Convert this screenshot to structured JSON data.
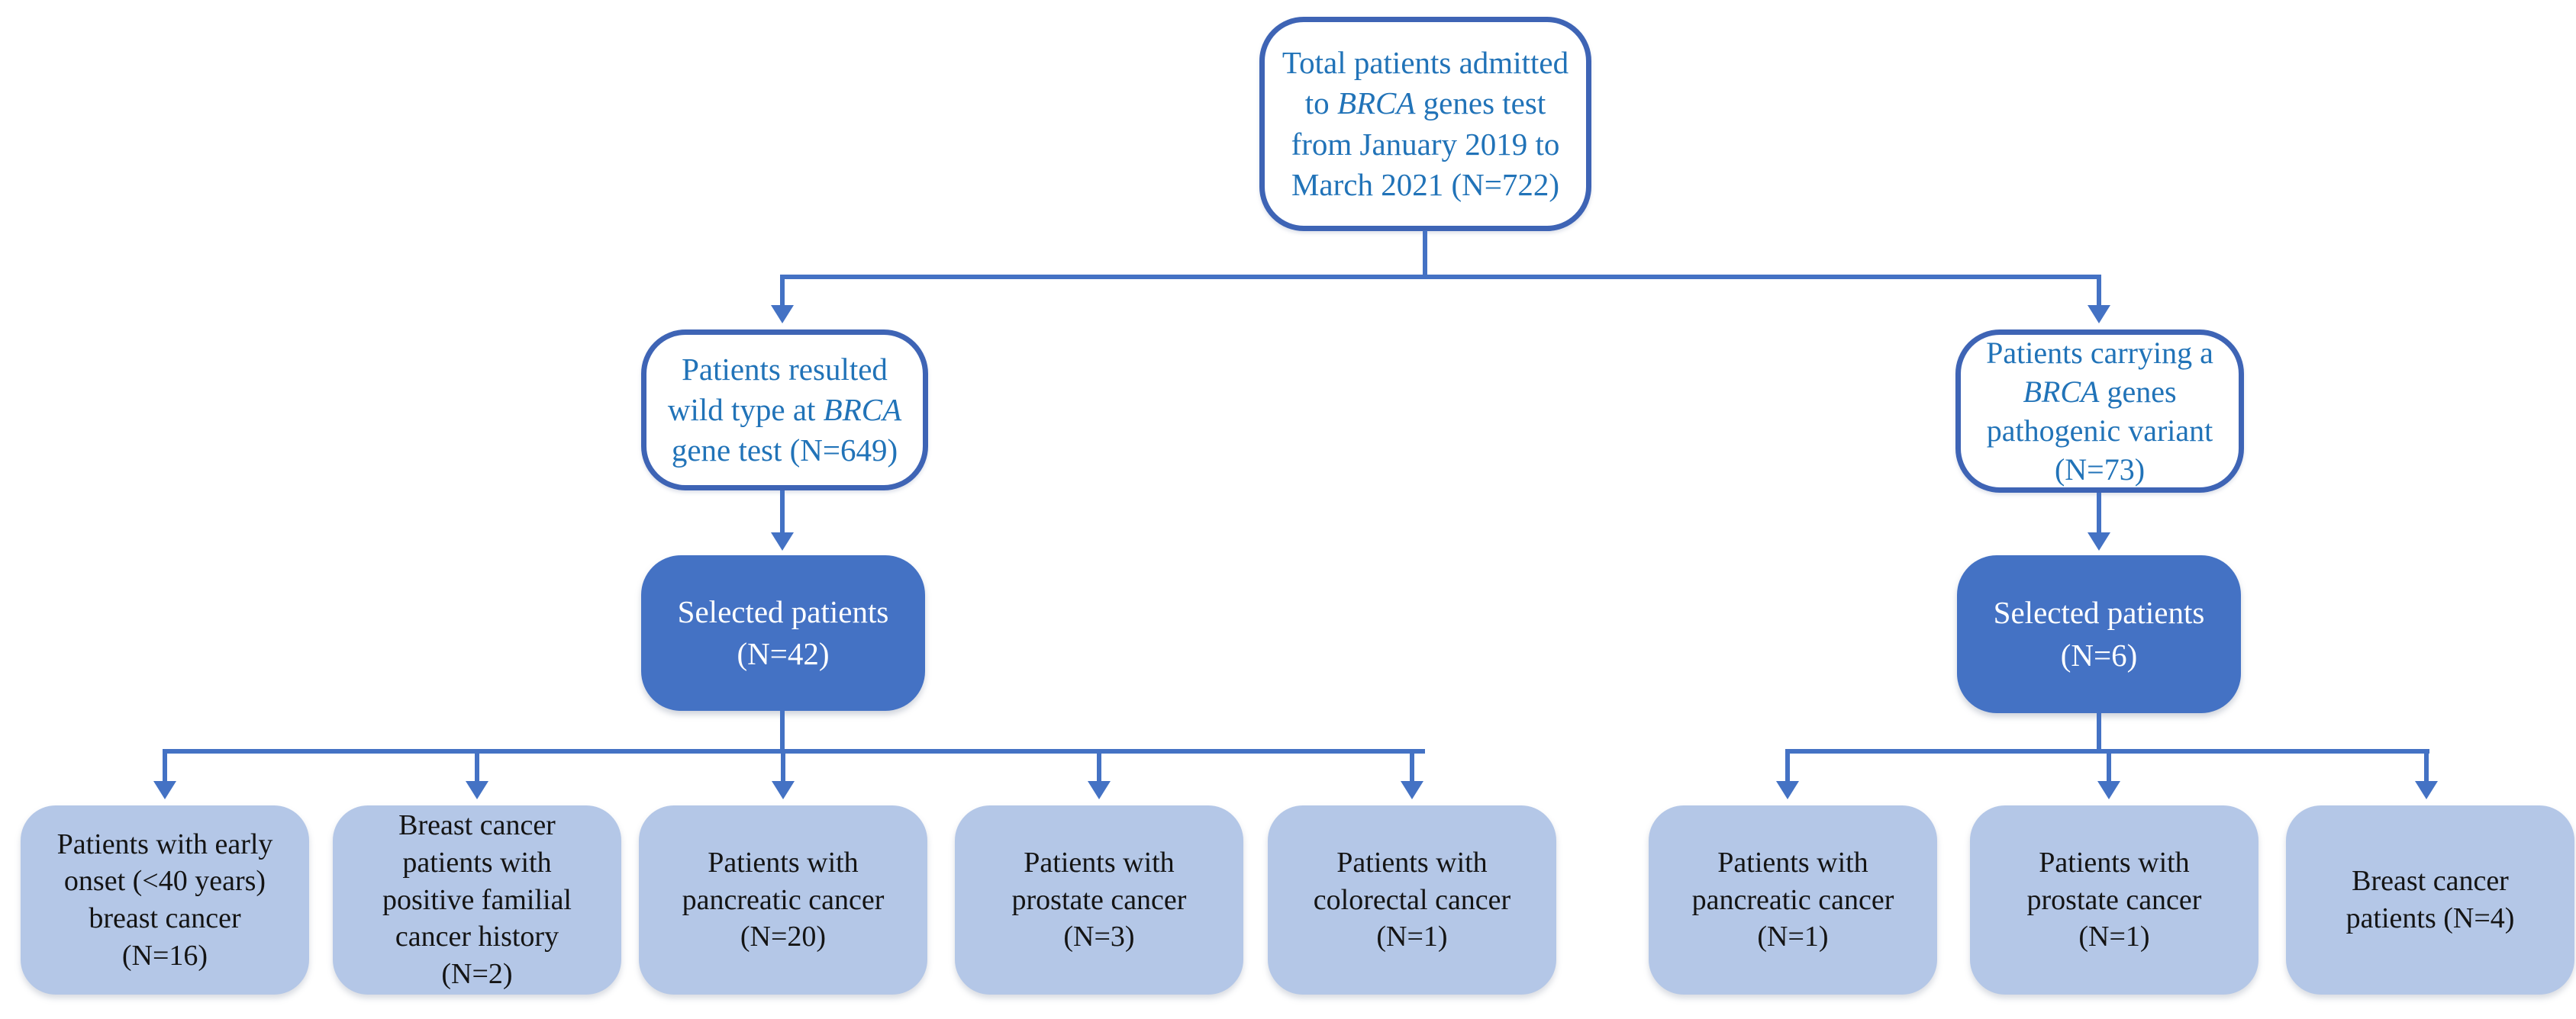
{
  "figure": {
    "type": "flowchart",
    "background": "#ffffff",
    "accent_color": "#4472C4",
    "outline_border_color": "#3E64B5",
    "outline_text_color": "#2173B8",
    "solid_fill_color": "#4472C4",
    "solid_text_color": "#ffffff",
    "leaf_fill_color": "#B4C7E7",
    "leaf_text_color": "#141414"
  },
  "nodes": {
    "total": {
      "lines": [
        {
          "pre": "Total patients admitted"
        },
        {
          "pre": "to ",
          "italic": "BRCA",
          "post": " genes test"
        },
        {
          "pre": "from January 2019 to"
        },
        {
          "pre": "March 2021 (N=722)"
        }
      ]
    },
    "wild_type": {
      "lines": [
        {
          "pre": "Patients resulted"
        },
        {
          "pre": "wild type at ",
          "italic": "BRCA"
        },
        {
          "pre": "gene test (N=649)"
        }
      ]
    },
    "pathogenic": {
      "lines": [
        {
          "pre": "Patients carrying a"
        },
        {
          "italic": "BRCA",
          "post": " genes"
        },
        {
          "pre": "pathogenic variant"
        },
        {
          "pre": "(N=73)"
        }
      ]
    },
    "selected_wild": {
      "lines": [
        {
          "pre": "Selected patients"
        },
        {
          "pre": "(N=42)"
        }
      ]
    },
    "selected_variant": {
      "lines": [
        {
          "pre": "Selected patients"
        },
        {
          "pre": "(N=6)"
        }
      ]
    },
    "early_onset": {
      "lines": [
        {
          "pre": "Patients with early"
        },
        {
          "pre": "onset (<40 years)"
        },
        {
          "pre": "breast cancer"
        },
        {
          "pre": "(N=16)"
        }
      ]
    },
    "familial_history": {
      "lines": [
        {
          "pre": "Breast cancer"
        },
        {
          "pre": "patients with"
        },
        {
          "pre": "positive familial"
        },
        {
          "pre": "cancer history"
        },
        {
          "pre": "(N=2)"
        }
      ]
    },
    "pancreatic_wild": {
      "lines": [
        {
          "pre": "Patients with"
        },
        {
          "pre": "pancreatic cancer"
        },
        {
          "pre": "(N=20)"
        }
      ]
    },
    "prostate_wild": {
      "lines": [
        {
          "pre": "Patients with"
        },
        {
          "pre": "prostate cancer"
        },
        {
          "pre": "(N=3)"
        }
      ]
    },
    "colorectal_wild": {
      "lines": [
        {
          "pre": "Patients with"
        },
        {
          "pre": "colorectal cancer"
        },
        {
          "pre": "(N=1)"
        }
      ]
    },
    "pancreatic_variant": {
      "lines": [
        {
          "pre": "Patients with"
        },
        {
          "pre": "pancreatic cancer"
        },
        {
          "pre": "(N=1)"
        }
      ]
    },
    "prostate_variant": {
      "lines": [
        {
          "pre": "Patients with"
        },
        {
          "pre": "prostate cancer"
        },
        {
          "pre": "(N=1)"
        }
      ]
    },
    "breast_variant": {
      "lines": [
        {
          "pre": "Breast cancer"
        },
        {
          "pre": "patients (N=4)"
        }
      ]
    }
  }
}
